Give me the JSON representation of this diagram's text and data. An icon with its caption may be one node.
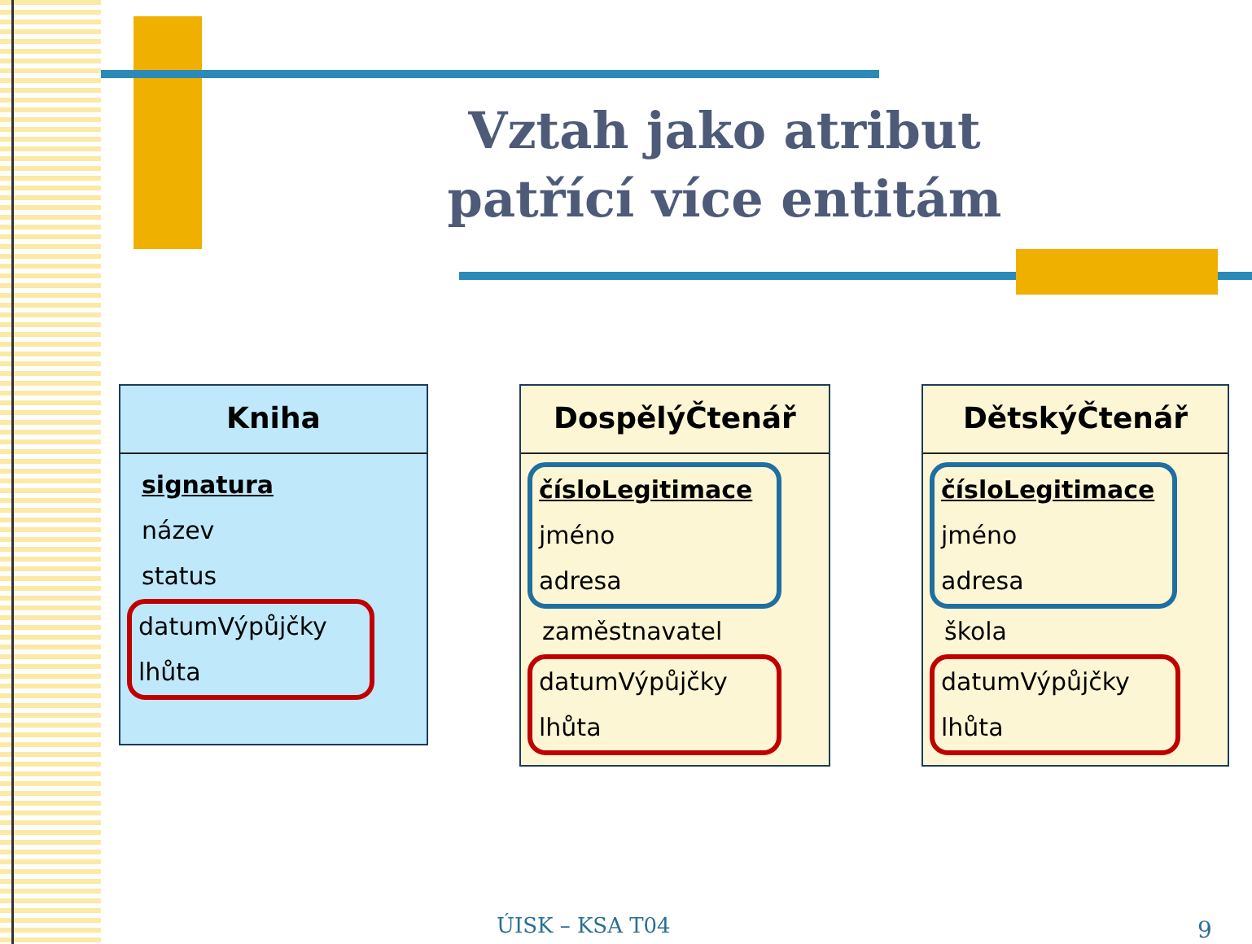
{
  "diagram": {
    "title": "Vztah jako atribut patřící více entitám",
    "nodes": [
      {
        "text": [
          "Kniha",
          "signatura",
          "název",
          "status"
        ]
      },
      {
        "text": [
          "datumVýpůjčky",
          "lhůta"
        ],
        "in": 0
      },
      {
        "text": [
          "DospělýČtenář",
          "zaměstnavatel"
        ]
      },
      {
        "text": [
          "čísloLegitimace",
          "jméno",
          "adresa"
        ],
        "in": 2
      },
      {
        "text": [
          "datumVýpůjčky",
          "lhůta"
        ],
        "in": 2
      },
      {
        "text": [
          "DětskýČtenář",
          "škola"
        ]
      },
      {
        "text": [
          "čísloLegitimace",
          "jméno",
          "adresa"
        ],
        "in": 5
      },
      {
        "text": [
          "datumVýpůjčky",
          "lhůta"
        ],
        "in": 5
      }
    ],
    "edges": [],
    "labels": [
      "ÚISK – KSA T04",
      "9"
    ]
  }
}
